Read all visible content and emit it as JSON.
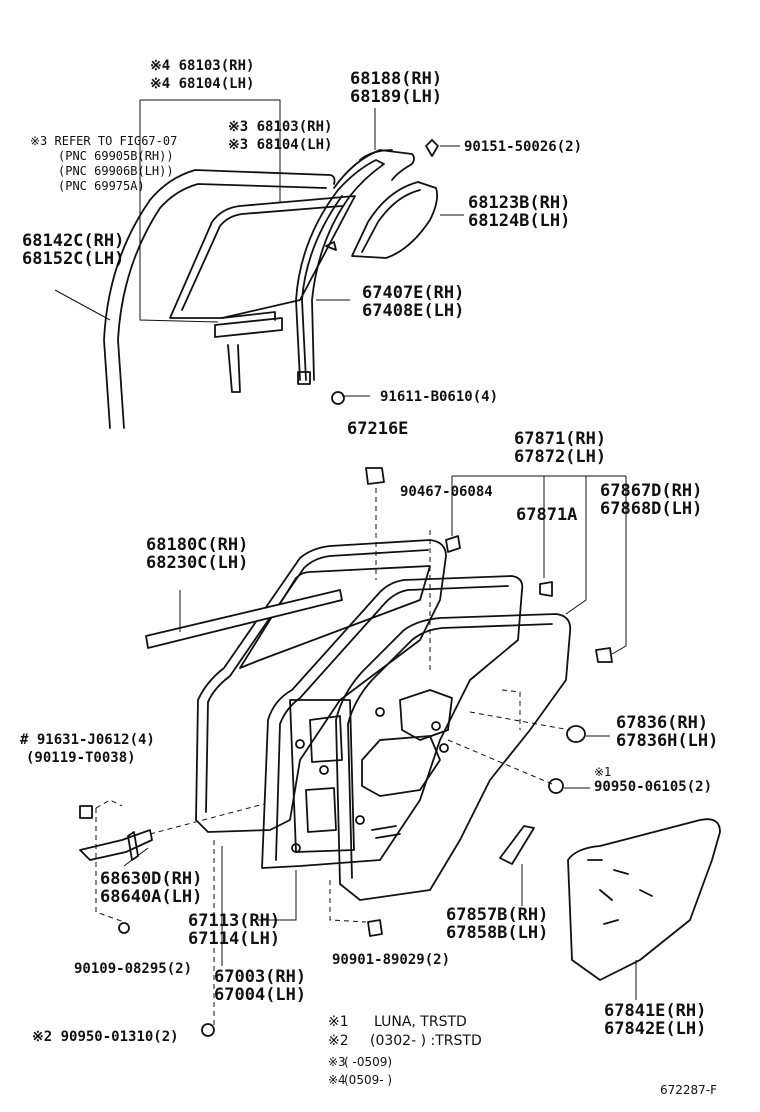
{
  "labels": {
    "window_glass_ref4": [
      "※4 68103(RH)",
      "※4 68104(LH)"
    ],
    "refer_note": [
      "※3 REFER TO FIG67-07",
      "(PNC 69905B(RH))",
      "(PNC 69906B(LH))",
      "(PNC 69975A)"
    ],
    "window_glass_ref3": [
      "※3 68103(RH)",
      "※3 68104(LH)"
    ],
    "channel_front": [
      "68188(RH)",
      "68189(LH)"
    ],
    "screw_top": "90151-50026(2)",
    "quarter_glass": [
      "68123B(RH)",
      "68124B(LH)"
    ],
    "run_channel": [
      "68142C(RH)",
      "68152C(LH)"
    ],
    "frame_sash": [
      "67407E(RH)",
      "67408E(LH)"
    ],
    "bolt_sash": "91611-B0610(4)",
    "stopper": "67216E",
    "weatherstrip_main": [
      "67871(RH)",
      "67872(LH)"
    ],
    "clip_top": "90467-06084",
    "weatherstrip_sub": "67871A",
    "weatherstrip_lower": [
      "67867D(RH)",
      "67868D(LH)"
    ],
    "outer_belt": [
      "68180C(RH)",
      "68230C(LH)"
    ],
    "hinge_bolt": [
      "# 91631-J0612(4)",
      "(90119-T0038)"
    ],
    "plug_hole": [
      "67836(RH)",
      "67836H(LH)"
    ],
    "clip_ref1": [
      "※1",
      "90950-06105(2)"
    ],
    "hinge": [
      "68630D(RH)",
      "68640A(LH)"
    ],
    "inner_panel": [
      "67113(RH)",
      "67114(LH)"
    ],
    "cover_service": [
      "67857B(RH)",
      "67858B(LH)"
    ],
    "hinge_screw": "90109-08295(2)",
    "door_panel": [
      "67003(RH)",
      "67004(LH)"
    ],
    "clip_bottom": "90901-89029(2)",
    "grommet_ref2": "※2 90950-01310(2)",
    "trim_board": [
      "67841E(RH)",
      "67842E(LH)"
    ]
  },
  "footnotes": [
    {
      "mark": "※1",
      "text": "LUNA, TRSTD"
    },
    {
      "mark": "※2",
      "text": "(0302-        ) :TRSTD"
    },
    {
      "mark": "※3",
      "text": "(      -0509)"
    },
    {
      "mark": "※4",
      "text": "(0509-       )"
    }
  ],
  "figure_id": "672287-F"
}
